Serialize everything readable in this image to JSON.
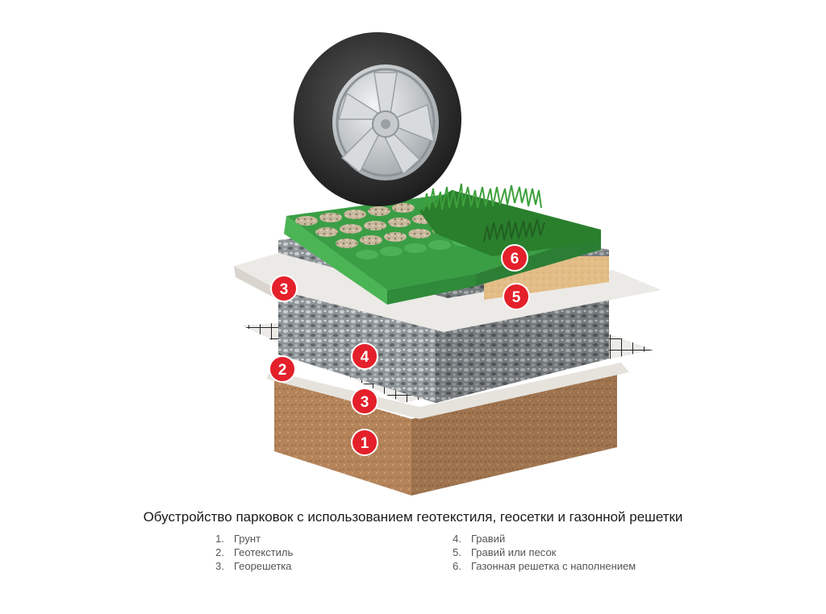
{
  "title": "Обустройство парковок с использованием геотекстиля,  геосетки и газонной решетки",
  "legend": {
    "left": [
      {
        "num": "1.",
        "label": "Грунт"
      },
      {
        "num": "2.",
        "label": "Геотекстиль"
      },
      {
        "num": "3.",
        "label": "Георешетка"
      }
    ],
    "right": [
      {
        "num": "4.",
        "label": "Гравий"
      },
      {
        "num": "5.",
        "label": "Гравий или песок"
      },
      {
        "num": "6.",
        "label": "Газонная решетка с наполнением"
      }
    ]
  },
  "markers": {
    "m6": "6",
    "m5": "5",
    "m3_top": "3",
    "m4": "4",
    "m2": "2",
    "m3_low": "3",
    "m1": "1"
  },
  "colors": {
    "marker_fill": "#e4202a",
    "soil": "#b8875a",
    "gravel": "#9aa0a4",
    "sand": "#ddb880",
    "grid_green": "#3fa84a",
    "grass": "#2f8a2e",
    "geotextile": "#e9e6e0"
  }
}
